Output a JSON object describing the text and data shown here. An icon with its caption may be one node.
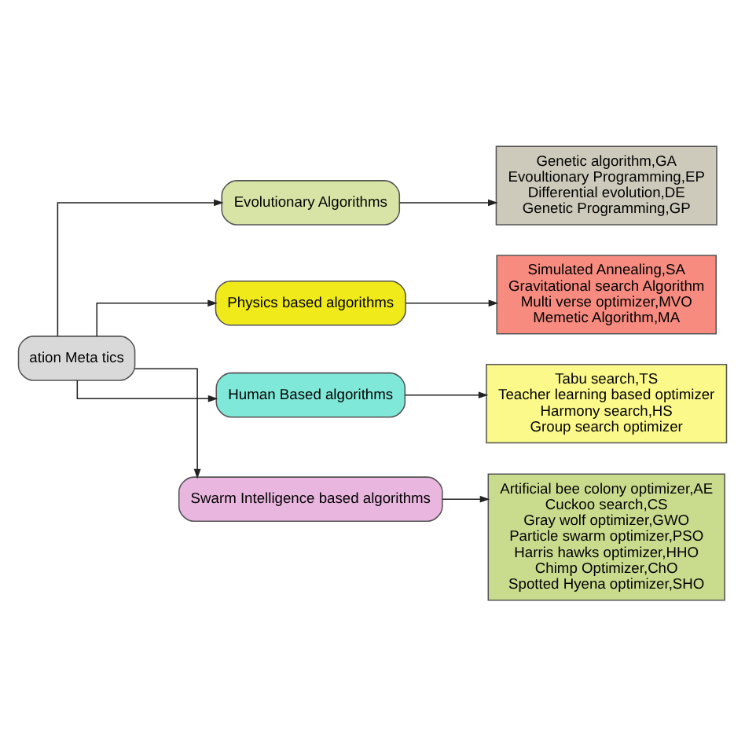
{
  "diagram": {
    "nodes": [
      {
        "text": [
          "ation Meta tics"
        ]
      },
      {
        "text": [
          "Evolutionary Algorithms"
        ]
      },
      {
        "text": [
          "Genetic algorithm,GA",
          "Evoultionary Programming,EP",
          "Differential evolution,DE",
          "Genetic Programming,GP"
        ]
      },
      {
        "text": [
          "Physics based algorithms"
        ]
      },
      {
        "text": [
          "Simulated Annealing,SA",
          "Gravitational search Algorithm",
          "Multi verse optimizer,MVO",
          "Memetic Algorithm,MA"
        ]
      },
      {
        "text": [
          "Human Based algorithms"
        ]
      },
      {
        "text": [
          "Tabu search,TS",
          "Teacher learning based optimizer",
          "Harmony search,HS",
          "Group search optimizer"
        ]
      },
      {
        "text": [
          "Swarm Intelligence based algorithms"
        ]
      },
      {
        "text": [
          "Artificial bee colony optimizer,AE",
          "Cuckoo search,CS",
          "Gray wolf optimizer,GWO",
          "Particle swarm optimizer,PSO",
          "Harris hawks optimizer,HHO",
          "Chimp Optimizer,ChO",
          "Spotted Hyena optimizer,SHO"
        ]
      }
    ],
    "edges": [
      {
        "from": 0,
        "to": 1,
        "arrow": "to"
      },
      {
        "from": 0,
        "to": 3,
        "arrow": "to"
      },
      {
        "from": 0,
        "to": 5,
        "arrow": "to"
      },
      {
        "from": 0,
        "to": 7,
        "arrow": "to"
      },
      {
        "from": 1,
        "to": 2,
        "arrow": "to"
      },
      {
        "from": 3,
        "to": 4,
        "arrow": "to"
      },
      {
        "from": 5,
        "to": 6,
        "arrow": "to"
      },
      {
        "from": 7,
        "to": 8,
        "arrow": "to"
      }
    ]
  }
}
